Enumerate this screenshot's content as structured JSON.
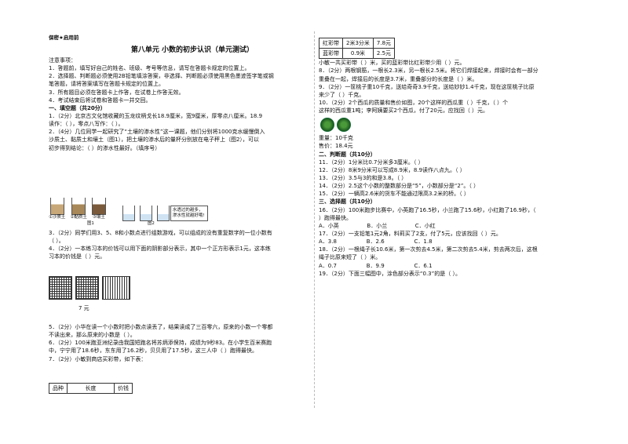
{
  "header": {
    "secret": "保密★启用前",
    "title": "第八单元  小数的初步认识（单元测试）"
  },
  "notes": {
    "heading": "注意事项：",
    "items": [
      "1．答题前，填写好自己的姓名、班级、考号等信息，请写在答题卡规定的位置上。",
      "2．选择题、判断题必须使用2B铅笔填涂答案，非选择、判断题必须使用黑色墨迹签字笔或钢",
      "笔答题，请将答案填写在答题卡规定的位置上。",
      "3．所有题目必须在答题卡上作答，在试卷上作答无效。",
      "4．考试结束后将试卷和答题卡一并交回。"
    ]
  },
  "sections": {
    "fill": "一、填空题（共20分）",
    "judge": "二、判断题（共10分）",
    "choice": "三、选择题（共10分）"
  },
  "left_lines": [
    "1．（2分）北京古文化馆收藏的玉龙纹柄戈长18.9厘米，宽9厘米，厚零点八厘米。18.9",
    "读作：（          ），零点八写作：（          ）。",
    "2．（4分）几位同学一起研究了“土壤的渗水性”这一课题，他们分别将1000克水缓慢倒入",
    "沙质土、黏质土和壤土（图1），把土壤的渗水后的量杯分别放在电子秤上（图2），可以",
    "初步得到结论：（          ）的渗水性最好。（填序号）"
  ],
  "figure2": {
    "labels": [
      "①沙质土",
      "②黏质土",
      "③壤土"
    ],
    "fig1": "图1",
    "fig2": "图2",
    "note": "水透过的越多，渗水性就越好哦!"
  },
  "left_lines2": [
    "3．（2分）同学们用3、5、8和小数点进行组数游戏，可以组成的没有重复数字的一位小数有",
    "（          ）。",
    "4．（2分）一本练习本的价钱可以用下面的阴影部分表示，其中一个正方形表示1元，这本练",
    "习本的价钱是（          ）元。"
  ],
  "price_label": "7 元",
  "left_lines3": [
    "5．（2分）小华在读一个小数时把小数点读丢了，结果读成了三百零六，原来的小数一个零都",
    "不读出来，那么原来的小数是（          ）。",
    "6．（2分）100米跑亚洲纪录由我国短跑名将苏炳添保持，成绩为9秒83。在小学生百米赛跑",
    "中，宁宁用了18.6秒，东东用了16.2秒，贝贝用了17.5秒，这三人中（          ）跑得最快。",
    "7．（2分）小敏到商店买彩带，如下表："
  ],
  "table_left": {
    "headers": [
      "品种",
      "长度",
      "价钱"
    ]
  },
  "table_right": {
    "rows": [
      [
        "红彩带",
        "2米3分米",
        "7.8元"
      ],
      [
        "蓝彩带",
        "0.9米",
        "2.5元"
      ]
    ]
  },
  "right_lines": [
    "小敏一共买彩带（          ）米，买的蓝彩带比红彩带少用（          ）元。",
    "8．（2分）两根钢筋，一根长2.3米，另一根长2.5米。将它们焊接起来，焊接时会有一部分",
    "重叠在一起，焊接后的长度是3.7米，重叠部分的长度是（          ）米。",
    "9．（2分）一筐桃子重10千克，送给奇奇3.9千克，送给妙妙1.4千克，现在这筐桃子比原",
    "来少了（          ）千克。",
    "10．（2分）2个西瓜的质量和售价如图，20个这样的西瓜重（          ）千克，（          ）个",
    "这样的西瓜重1吨；李阿姨要买2个西瓜，付了20元，应找回（          ）元。"
  ],
  "melon": {
    "weight": "重量：10千克",
    "price": "售价：18.4元"
  },
  "judge_items": [
    "11．（2分）1分米比0.7分米多3厘米。（          ）",
    "12．（2分）8米9分米可以写成8.9米，8.9读作八点九。（          ）",
    "13．（2分）3.5与3的和是3.8。（          ）",
    "14．（2分）2.5这个小数的整数部分是“5”，小数部分是“2”。（          ）",
    "15．（2分）一辆高2.6米的货车不能通过限高3.2米的桥。（          ）"
  ],
  "choice_items": [
    "16．（2分）100米跑步比赛中，小英跑了16.5秒，小兰跑了15.6秒，小红跑了16.9秒，（",
    "）跑得最快。",
    "A．小英                B．小兰                C．小红",
    "17．（2分）一支铅笔1元2角，料莉买了2支，付了5元，应该找回（     ）元。",
    "A．3.8                 B．2.6                 C．1.8",
    "18．（2分）一根绳子长10.6米，第一次剪去4.5米，第二次剪去5.4米，剪去两次后，这根",
    "绳子比原来短了（     ）米。",
    "A．0.7                 B．9.9                 C．6.1",
    "19．（2分）下面三幅图中，涂色部分表示“0.3”的是（     ）。"
  ]
}
